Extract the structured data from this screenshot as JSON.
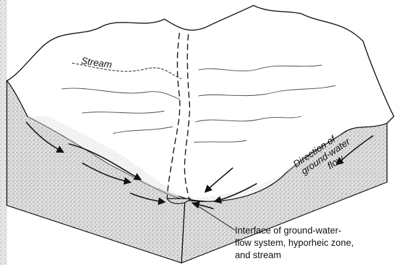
{
  "diagram": {
    "labels": {
      "stream": "Stream",
      "direction": [
        "Direction of",
        "ground-water",
        "flow"
      ],
      "interface": [
        "Interface of ground-water-",
        "flow system, hyporheic zone,",
        "and stream"
      ]
    },
    "colors": {
      "ink": "#111111",
      "shade": "#cfcfcf",
      "paper": "#ffffff"
    }
  }
}
